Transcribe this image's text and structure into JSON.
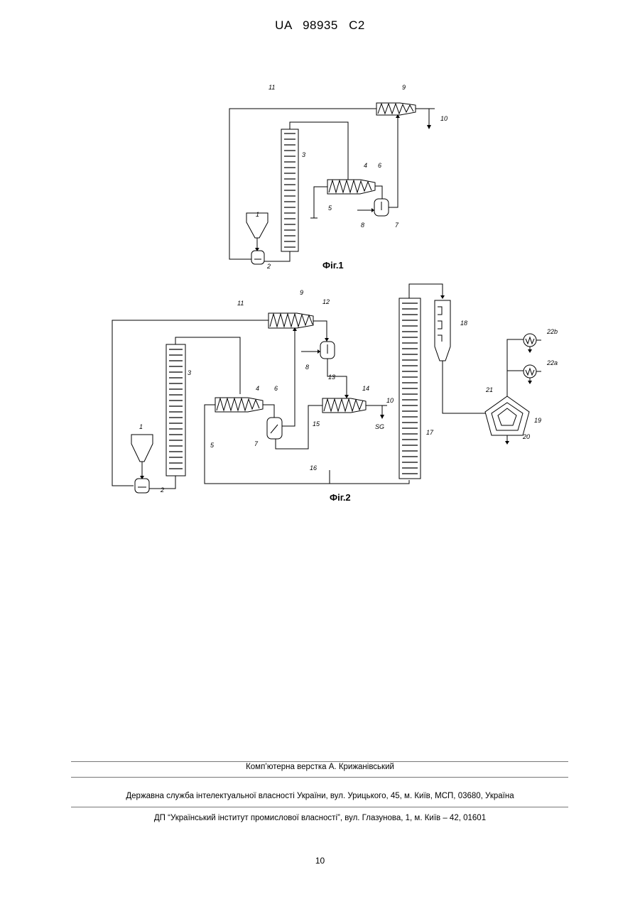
{
  "header": {
    "patent_number": "UA   98935   C2"
  },
  "figures": {
    "fig1": {
      "caption": "Фіг.1",
      "labels": {
        "l1": "1",
        "l2": "2",
        "l3": "3",
        "l4": "4",
        "l5": "5",
        "l6": "6",
        "l7": "7",
        "l8": "8",
        "l9": "9",
        "l10": "10",
        "l11": "11"
      }
    },
    "fig2": {
      "caption": "Фіг.2",
      "labels": {
        "l1": "1",
        "l2": "2",
        "l3": "3",
        "l4": "4",
        "l5": "5",
        "l6": "6",
        "l7": "7",
        "l8": "8",
        "l9": "9",
        "l10": "10",
        "l11": "11",
        "l12": "12",
        "l13": "13",
        "l14": "14",
        "l15": "15",
        "l16": "16",
        "l17": "17",
        "l18": "18",
        "l19": "19",
        "l20": "20",
        "l21": "21",
        "l22a": "22a",
        "l22b": "22b",
        "sg": "SG"
      }
    }
  },
  "footer": {
    "typesetter": "Комп’ютерна верстка А. Крижанівський",
    "agency": "Державна служба інтелектуальної власності України, вул. Урицького, 45, м. Київ, МСП, 03680, Україна",
    "institute": "ДП “Український інститут промислової власності”, вул. Глазунова, 1, м. Київ – 42, 01601"
  },
  "page_number": "10"
}
